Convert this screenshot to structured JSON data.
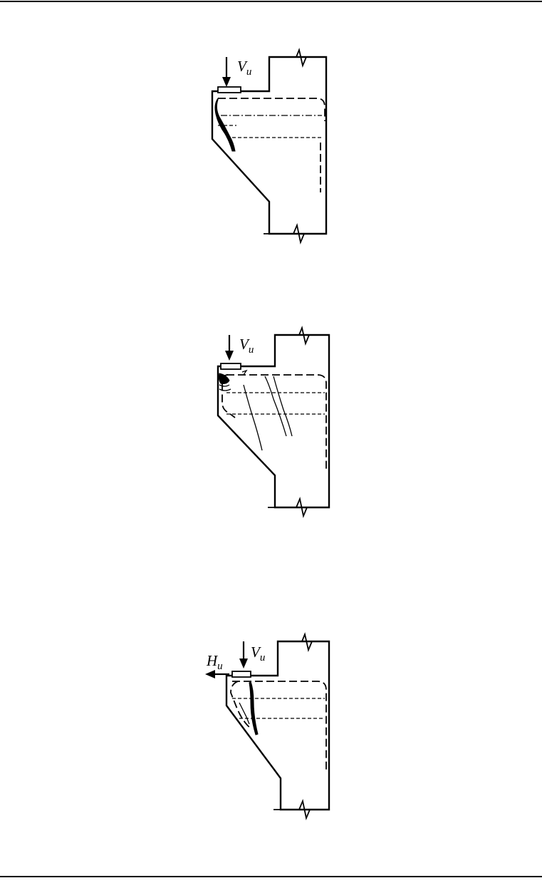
{
  "figures": [
    {
      "id": "corbel-1",
      "loads": [
        {
          "symbol": "V",
          "subscript": "u",
          "direction": "down"
        }
      ]
    },
    {
      "id": "corbel-2",
      "loads": [
        {
          "symbol": "V",
          "subscript": "u",
          "direction": "down"
        }
      ]
    },
    {
      "id": "corbel-3",
      "loads": [
        {
          "symbol": "H",
          "subscript": "u",
          "direction": "left"
        },
        {
          "symbol": "V",
          "subscript": "u",
          "direction": "down"
        }
      ]
    }
  ],
  "colors": {
    "ink": "#000000",
    "paper": "#ffffff"
  }
}
